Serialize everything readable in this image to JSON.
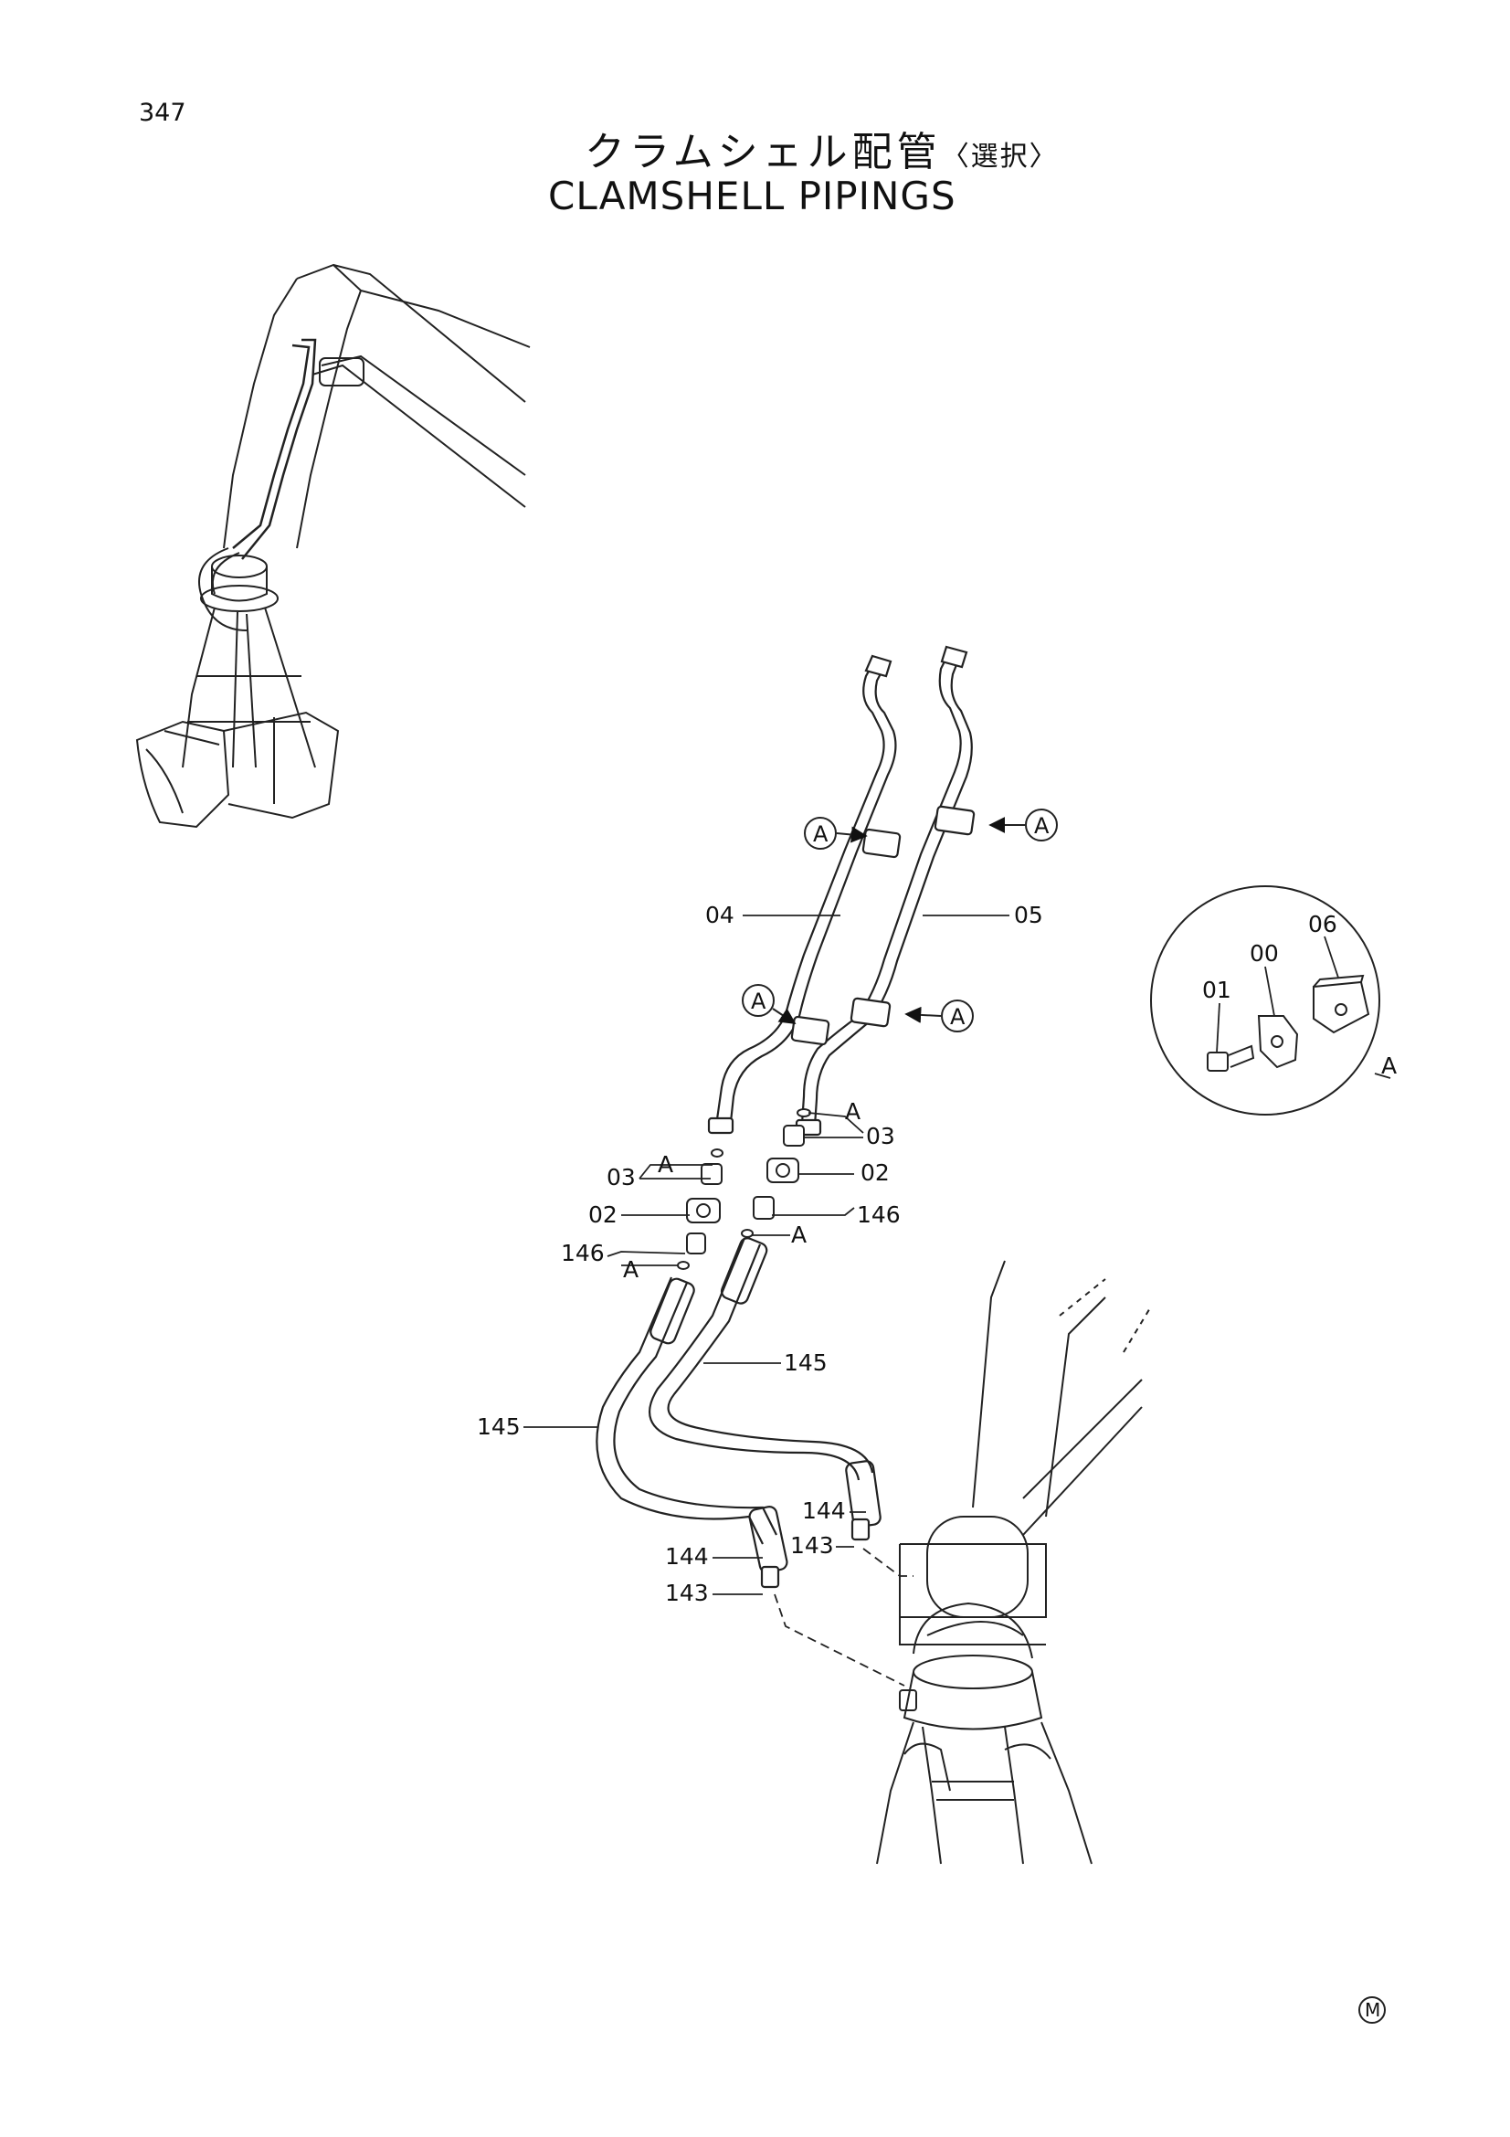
{
  "header": {
    "page_number": "347",
    "title_ja": "クラムシェル配管",
    "title_ja_suffix": "〈選択〉",
    "title_en": "CLAMSHELL PIPINGS"
  },
  "parts": {
    "p04": "04",
    "p05": "05",
    "p03_right": "03",
    "p03_left": "03",
    "p02_right": "02",
    "p02_left": "02",
    "p146_right": "146",
    "p146_left": "146",
    "p145_right": "145",
    "p145_left": "145",
    "p144_right": "144",
    "p144_left": "144",
    "p143_right": "143",
    "p143_left": "143"
  },
  "callouts": {
    "a1": "A",
    "a2": "A",
    "a3": "A",
    "a4": "A",
    "a5": "A",
    "a6": "A",
    "a7": "A",
    "a8": "A"
  },
  "detail_view": {
    "label": "A",
    "p06": "06",
    "p00": "00",
    "p01": "01"
  },
  "footer": {
    "mark": "M"
  }
}
